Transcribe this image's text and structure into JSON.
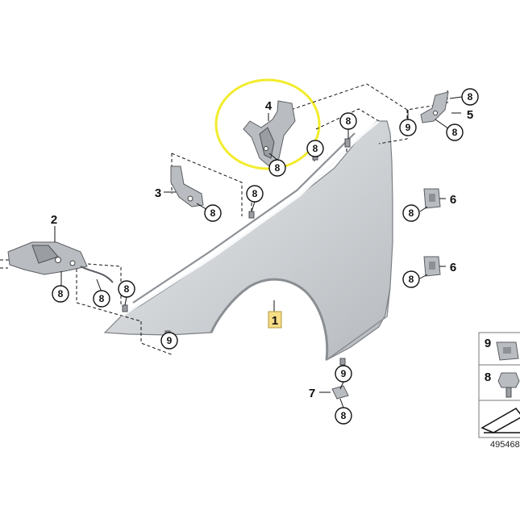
{
  "callouts": {
    "p1": "1",
    "p2": "2",
    "p3": "3",
    "p4": "4",
    "p5": "5",
    "p6a": "6",
    "p6b": "6",
    "p7": "7",
    "p8": "8",
    "p9": "9"
  },
  "legend": {
    "nine": "9",
    "eight": "8"
  },
  "reference_number": "495468",
  "highlight_color": "#f2ec2c",
  "label_box_color": "#f6dd86"
}
